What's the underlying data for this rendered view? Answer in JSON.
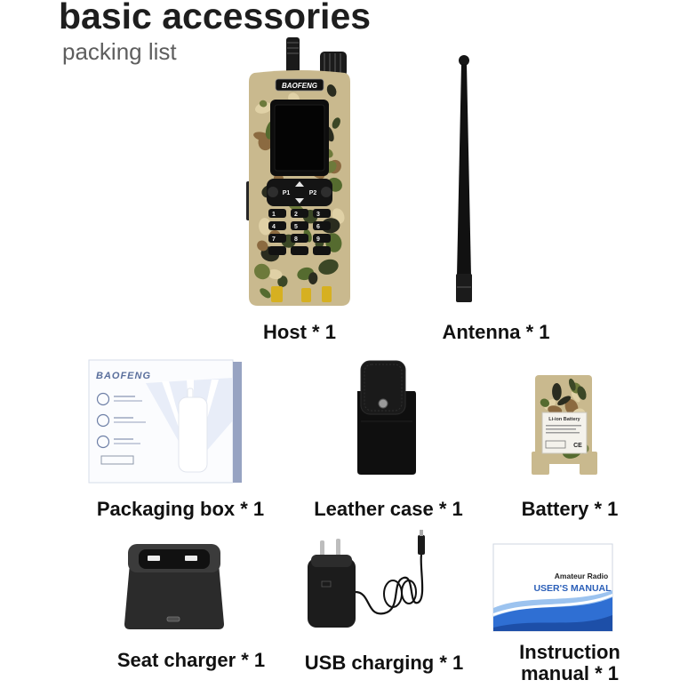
{
  "header": {
    "title": "basic accessories",
    "subtitle": "packing list"
  },
  "items": {
    "host": "Host * 1",
    "antenna": "Antenna * 1",
    "packaging_box": "Packaging box * 1",
    "leather_case": "Leather case * 1",
    "battery": "Battery * 1",
    "seat_charger": "Seat charger * 1",
    "usb_charging": "USB charging * 1",
    "instruction_manual": "Instruction manual * 1"
  },
  "radio": {
    "brand": "BAOFENG",
    "soft_keys": [
      "P1",
      "P2"
    ],
    "keys": [
      "1",
      "2",
      "3",
      "4",
      "5",
      "6",
      "7",
      "8",
      "9"
    ]
  },
  "packaging_box": {
    "brand": "BAOFENG"
  },
  "battery_label": {
    "text": "Li-ion Battery",
    "mark": "CE"
  },
  "manual": {
    "line1": "Amateur Radio",
    "line2": "USER'S MANUAL"
  },
  "colors": {
    "title_text": "#1e1e1e",
    "subtitle_text": "#5e5e5e",
    "label_text": "#111111",
    "camo_base": "#c9b98e",
    "camo": [
      "#6d7a3b",
      "#3b4726",
      "#8b6a40",
      "#e0d1a6",
      "#2a2c1f",
      "#556b2f"
    ],
    "manual_blue": "#2b5fb8"
  }
}
